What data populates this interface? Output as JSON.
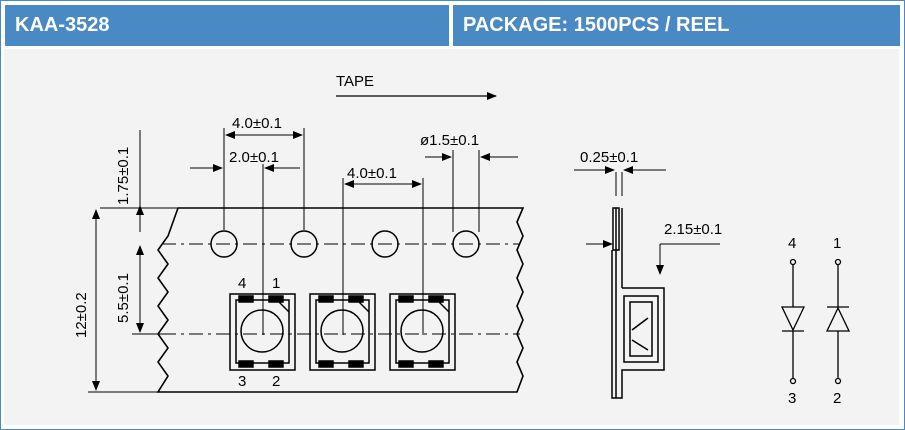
{
  "header": {
    "part_number": "KAA-3528",
    "package": "PACKAGE: 1500PCS / REEL"
  },
  "diagram": {
    "tape_label": "TAPE",
    "dim_pitch_top": "4.0±0.1",
    "dim_half_pitch": "2.0±0.1",
    "dim_pocket_pitch": "4.0±0.1",
    "dim_hole_dia": "ø1.5±0.1",
    "dim_edge": "1.75±0.1",
    "dim_width": "12±0.2",
    "dim_center": "5.5±0.1",
    "dim_thickness": "0.25±0.1",
    "dim_depth": "2.15±0.1",
    "pins": {
      "p4": "4",
      "p1": "1",
      "p3": "3",
      "p2": "2"
    },
    "symbol_pins": {
      "top_left": "4",
      "top_right": "1",
      "bottom_left": "3",
      "bottom_right": "2"
    }
  },
  "colors": {
    "header_bg": "#4a8ac4",
    "panel_bg": "#f3f3f3"
  }
}
